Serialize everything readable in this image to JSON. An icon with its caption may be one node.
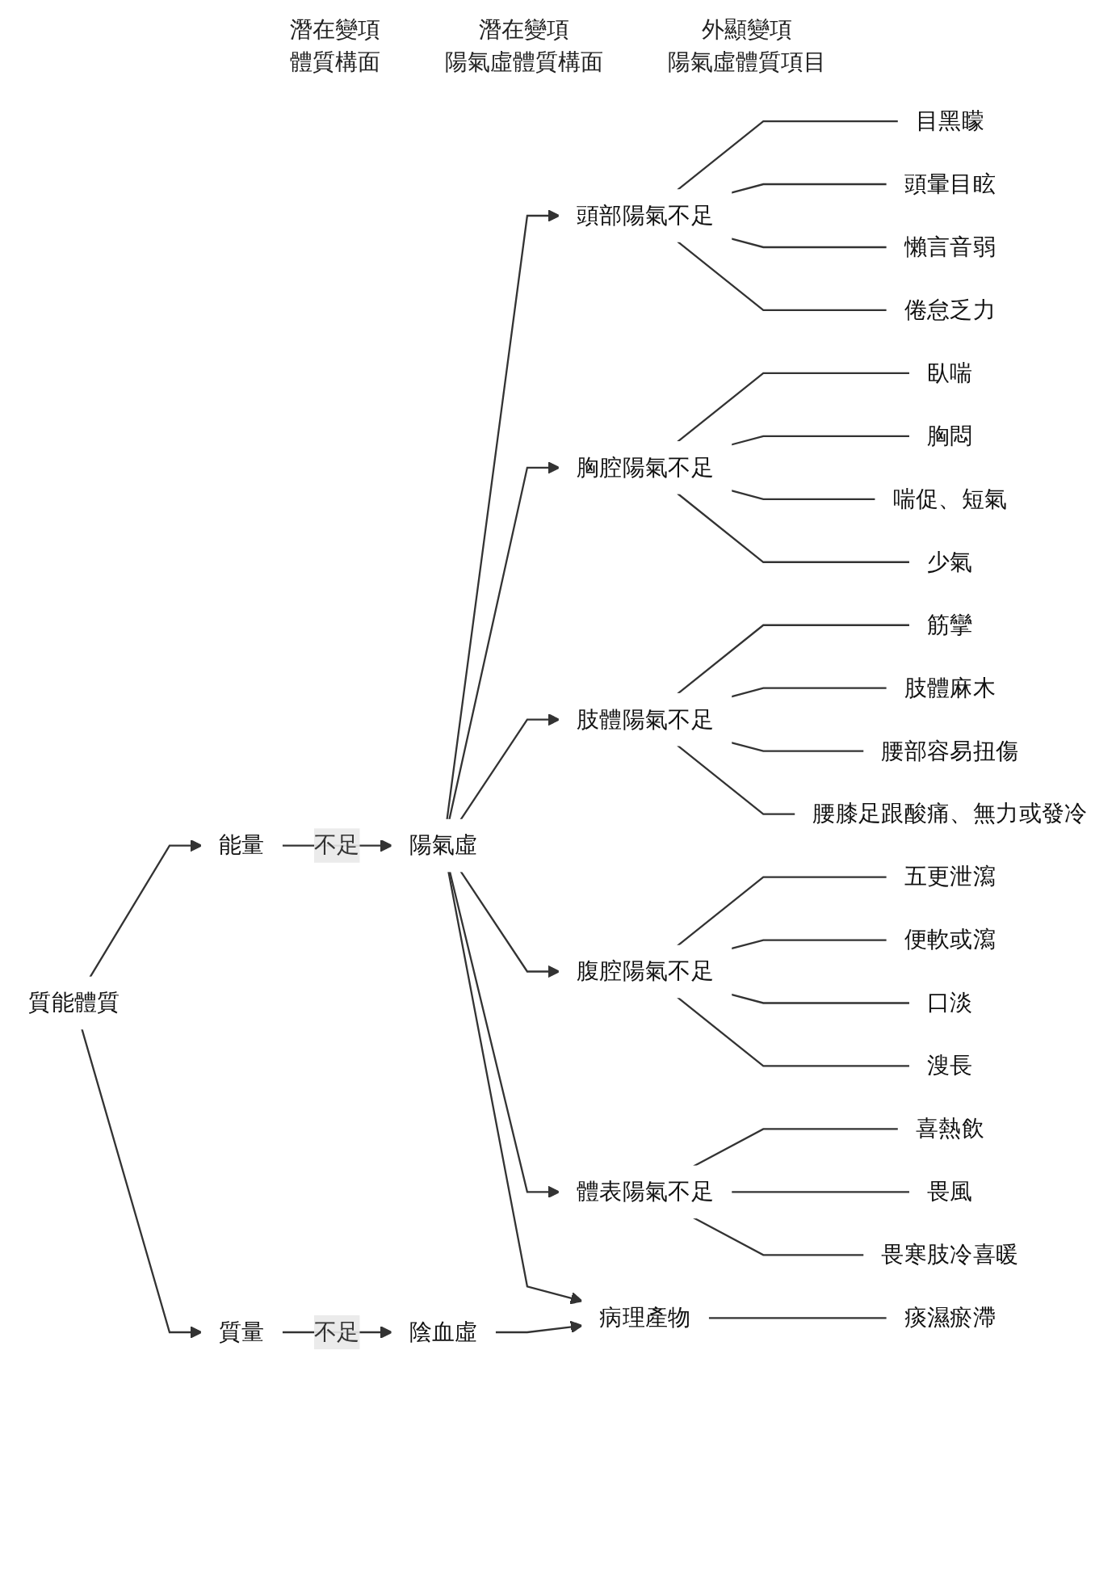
{
  "diagram": {
    "nodes": [
      {
        "text": [
          "質能體質"
        ]
      },
      {
        "text": [
          "能量"
        ]
      },
      {
        "text": [
          "陽氣虛"
        ]
      },
      {
        "text": [
          "頭部陽氣不足"
        ]
      },
      {
        "text": [
          "目黑矇"
        ]
      },
      {
        "text": [
          "頭暈目眩"
        ]
      },
      {
        "text": [
          "懶言音弱"
        ]
      },
      {
        "text": [
          "倦怠乏力"
        ]
      },
      {
        "text": [
          "胸腔陽氣不足"
        ]
      },
      {
        "text": [
          "臥喘"
        ]
      },
      {
        "text": [
          "胸悶"
        ]
      },
      {
        "text": [
          "喘促、短氣"
        ]
      },
      {
        "text": [
          "少氣"
        ]
      },
      {
        "text": [
          "肢體陽氣不足"
        ]
      },
      {
        "text": [
          "筋攣"
        ]
      },
      {
        "text": [
          "肢體麻木"
        ]
      },
      {
        "text": [
          "腰部容易扭傷"
        ]
      },
      {
        "text": [
          "腰膝足跟酸痛、無力或發冷"
        ]
      },
      {
        "text": [
          "腹腔陽氣不足"
        ]
      },
      {
        "text": [
          "五更泄瀉"
        ]
      },
      {
        "text": [
          "便軟或瀉"
        ]
      },
      {
        "text": [
          "口淡"
        ]
      },
      {
        "text": [
          "溲長"
        ]
      },
      {
        "text": [
          "體表陽氣不足"
        ]
      },
      {
        "text": [
          "喜熱飲"
        ]
      },
      {
        "text": [
          "畏風"
        ]
      },
      {
        "text": [
          "畏寒肢冷喜暖"
        ]
      },
      {
        "text": [
          "病理產物"
        ]
      },
      {
        "text": [
          "痰濕瘀滯"
        ]
      },
      {
        "text": [
          "質量"
        ]
      },
      {
        "text": [
          "陰血虛"
        ]
      }
    ],
    "edges": [
      {
        "from": 0,
        "to": 1,
        "arrow": "to"
      },
      {
        "from": 0,
        "to": 29,
        "arrow": "to"
      },
      {
        "from": 1,
        "to": 2,
        "arrow": "to",
        "label": "不足"
      },
      {
        "from": 2,
        "to": 3,
        "arrow": "to"
      },
      {
        "from": 2,
        "to": 8,
        "arrow": "to"
      },
      {
        "from": 2,
        "to": 13,
        "arrow": "to"
      },
      {
        "from": 2,
        "to": 18,
        "arrow": "to"
      },
      {
        "from": 2,
        "to": 23,
        "arrow": "to"
      },
      {
        "from": 3,
        "to": 4,
        "arrow": "none"
      },
      {
        "from": 3,
        "to": 5,
        "arrow": "none"
      },
      {
        "from": 3,
        "to": 6,
        "arrow": "none"
      },
      {
        "from": 3,
        "to": 7,
        "arrow": "none"
      },
      {
        "from": 8,
        "to": 9,
        "arrow": "none"
      },
      {
        "from": 8,
        "to": 10,
        "arrow": "none"
      },
      {
        "from": 8,
        "to": 11,
        "arrow": "none"
      },
      {
        "from": 8,
        "to": 12,
        "arrow": "none"
      },
      {
        "from": 13,
        "to": 14,
        "arrow": "none"
      },
      {
        "from": 13,
        "to": 15,
        "arrow": "none"
      },
      {
        "from": 13,
        "to": 16,
        "arrow": "none"
      },
      {
        "from": 13,
        "to": 17,
        "arrow": "none"
      },
      {
        "from": 18,
        "to": 19,
        "arrow": "none"
      },
      {
        "from": 18,
        "to": 20,
        "arrow": "none"
      },
      {
        "from": 18,
        "to": 21,
        "arrow": "none"
      },
      {
        "from": 18,
        "to": 22,
        "arrow": "none"
      },
      {
        "from": 23,
        "to": 24,
        "arrow": "none"
      },
      {
        "from": 23,
        "to": 25,
        "arrow": "none"
      },
      {
        "from": 23,
        "to": 26,
        "arrow": "none"
      },
      {
        "from": 2,
        "to": 27,
        "arrow": "to"
      },
      {
        "from": 30,
        "to": 27,
        "arrow": "to"
      },
      {
        "from": 27,
        "to": 28,
        "arrow": "none"
      },
      {
        "from": 29,
        "to": 30,
        "arrow": "to",
        "label": "不足"
      }
    ],
    "labels": [
      "潛在變項",
      "潛在變項",
      "外顯變項",
      "體質構面",
      "陽氣虛體質構面",
      "陽氣虛體質項目"
    ]
  }
}
